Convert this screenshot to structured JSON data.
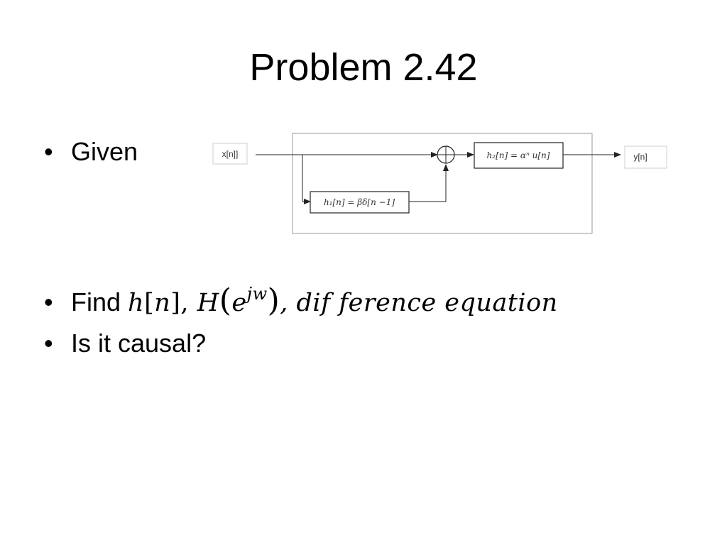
{
  "title": "Problem 2.42",
  "bullets": {
    "given": "Given",
    "find_label": "Find",
    "find_math": {
      "h": "h",
      "n_open": "[",
      "n": "n",
      "n_close": "],",
      "H": "H",
      "e": "e",
      "exp": "jw",
      "rest": ", dif ference equation"
    },
    "causal": "Is it causal?"
  },
  "diagram": {
    "input_label": "x[n]]",
    "output_label": "y[n]",
    "h1_label": "h₁[n] = βδ[n −1]",
    "h2_label": "h₂[n] = αⁿ u[n]"
  }
}
